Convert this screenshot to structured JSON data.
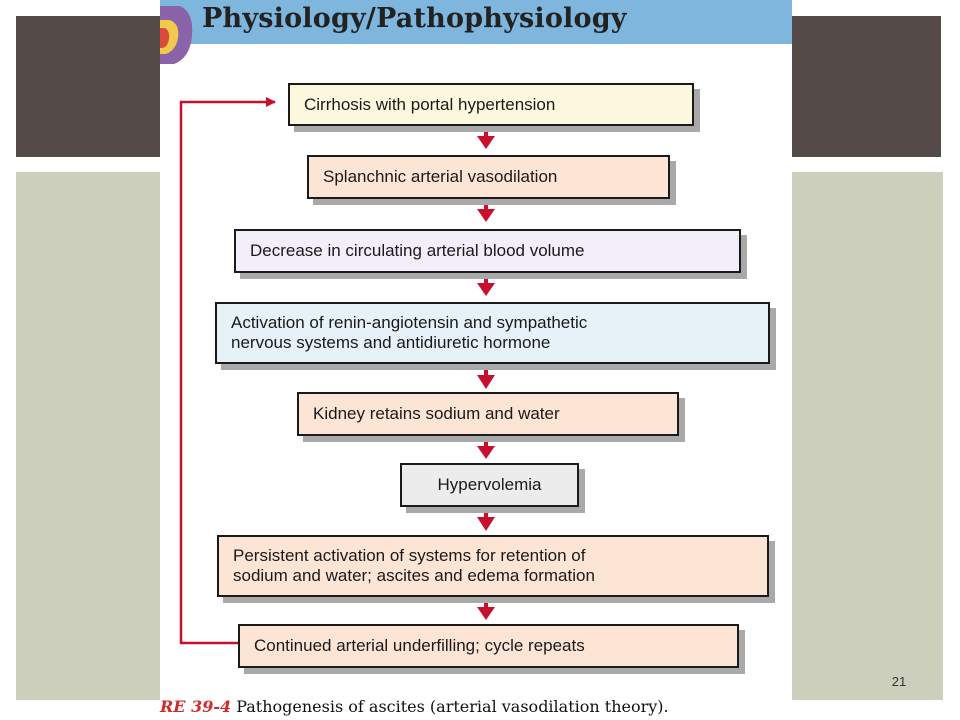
{
  "figure": {
    "title": "Physiology/Pathophysiology",
    "caption_number": "RE 39-4",
    "caption_text": "Pathogenesis of ascites (arterial vasodilation theory)."
  },
  "flow": {
    "steps": [
      {
        "line1": "Cirrhosis with portal hypertension",
        "line2": ""
      },
      {
        "line1": "Splanchnic arterial vasodilation",
        "line2": ""
      },
      {
        "line1": "Decrease in circulating arterial blood volume",
        "line2": ""
      },
      {
        "line1": "Activation of renin-angiotensin and sympathetic",
        "line2": "nervous systems and antidiuretic hormone"
      },
      {
        "line1": "Kidney retains sodium and water",
        "line2": ""
      },
      {
        "line1": "Hypervolemia",
        "line2": ""
      },
      {
        "line1": "Persistent activation of systems for retention of",
        "line2": "sodium and water; ascites and edema formation"
      },
      {
        "line1": "Continued arterial underfilling; cycle repeats",
        "line2": ""
      }
    ]
  },
  "slide": {
    "page_number": "21"
  },
  "colors": {
    "arrow": "#c8102e",
    "header_band": "#7fb6de",
    "slide_dark": "#544a47",
    "slide_sage": "#cbcfbb"
  }
}
